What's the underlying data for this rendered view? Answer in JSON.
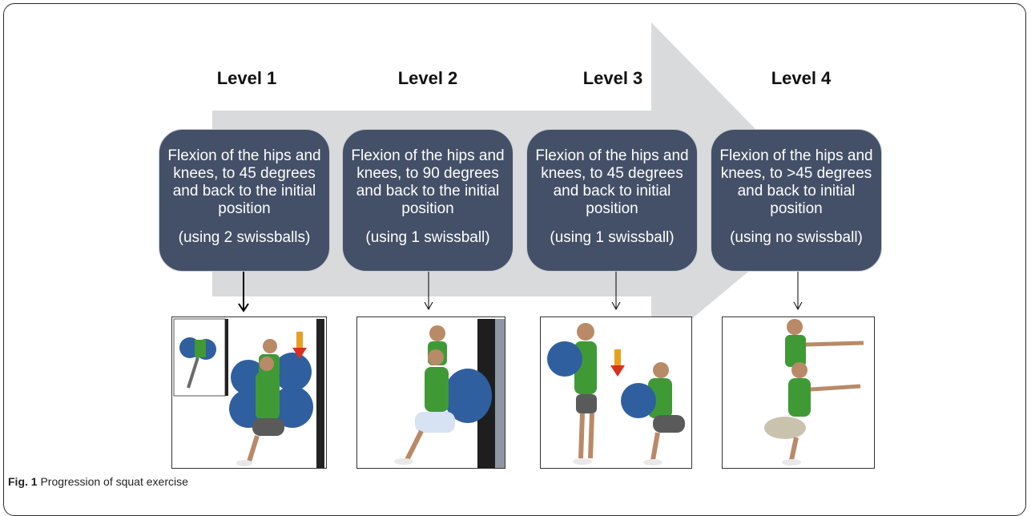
{
  "levels": [
    {
      "title": "Level 1",
      "description": "Flexion of the hips and knees, to 45 degrees and back to the initial position",
      "note": "(using 2 swissballs)"
    },
    {
      "title": "Level 2",
      "description": "Flexion of the hips and knees, to 90 degrees and back to the initial position",
      "note": "(using 1 swissball)"
    },
    {
      "title": "Level 3",
      "description": "Flexion of the hips and knees, to 45 degrees and back to initial position",
      "note": "(using 1 swissball)"
    },
    {
      "title": "Level 4",
      "description": "Flexion of the hips and knees, to >45 degrees and back to initial position",
      "note": "(using no swissball)"
    }
  ],
  "caption": {
    "label": "Fig. 1",
    "text": "Progression of squat exercise"
  },
  "colors": {
    "box": "#435067",
    "arrow": "#d9dadc",
    "ball": "#2f5f9e",
    "shirt": "#3f9a36",
    "shorts": "#5a5a5a",
    "arrow_red": "#d9301f"
  }
}
